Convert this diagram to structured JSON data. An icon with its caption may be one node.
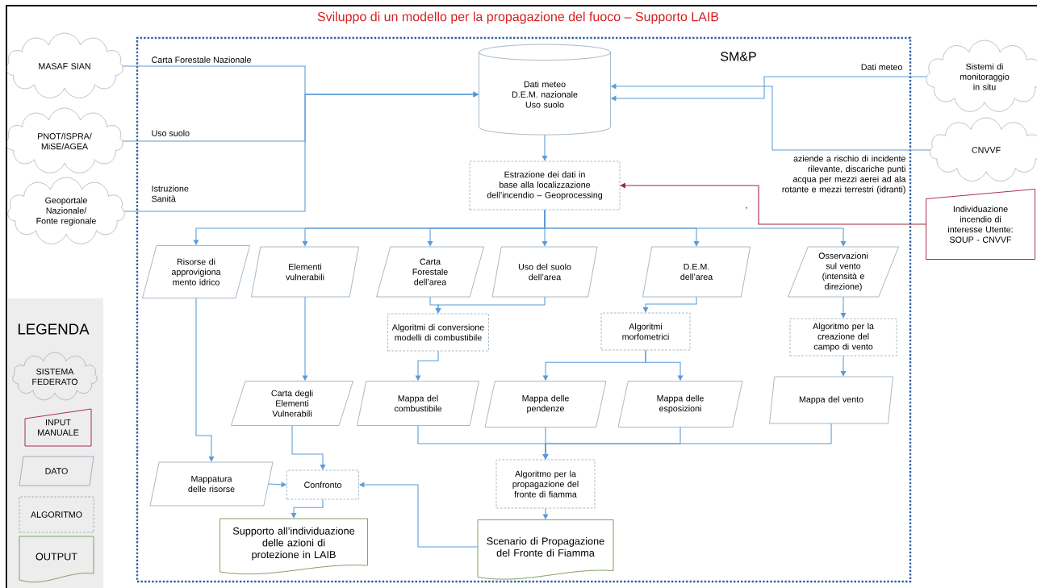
{
  "diagram": {
    "title": "Sviluppo di un modello per la propagazione del fuoco – Supporto LAIB",
    "nodes": [
      {
        "text": [
          "SM&P"
        ]
      },
      {
        "text": [
          "MASAF  SIAN"
        ]
      },
      {
        "text": [
          "PNOT/ISPRA/ MiSE/AGEA"
        ]
      },
      {
        "text": [
          "Geoportale Nazionale/ Fonte regionale"
        ]
      },
      {
        "text": [
          "Sistemi di monitoraggio in situ"
        ]
      },
      {
        "text": [
          "CNVVF"
        ]
      },
      {
        "text": [
          "Dati meteo D.E.M. nazionale Uso suolo"
        ],
        "in": 0
      },
      {
        "text": [
          "Estrazione dei dati in base alla localizzazione dell’incendio – Geoprocessing"
        ],
        "in": 0
      },
      {
        "text": [
          "Individuazione incendio di interesse Utente: SOUP - CNVVF"
        ]
      },
      {
        "text": [
          "Risorse di approvigiona mento idrico"
        ],
        "in": 0
      },
      {
        "text": [
          "Elementi vulnerabili"
        ],
        "in": 0
      },
      {
        "text": [
          "Carta Forestale dell’area"
        ],
        "in": 0
      },
      {
        "text": [
          "Uso del suolo dell’area"
        ],
        "in": 0
      },
      {
        "text": [
          "D.E.M. dell’area"
        ],
        "in": 0
      },
      {
        "text": [
          "Osservazioni sul vento (intensità e direzione)"
        ],
        "in": 0
      },
      {
        "text": [
          "Algoritmi di conversione modelli di combustibile"
        ],
        "in": 0
      },
      {
        "text": [
          "Algoritmi morfometrici"
        ],
        "in": 0
      },
      {
        "text": [
          "Algoritmo per la creazione del campo di vento"
        ],
        "in": 0
      },
      {
        "text": [
          "Carta degli Elementi Vulnerabili"
        ],
        "in": 0
      },
      {
        "text": [
          "Mappa del combustibile"
        ],
        "in": 0
      },
      {
        "text": [
          "Mappa delle pendenze"
        ],
        "in": 0
      },
      {
        "text": [
          "Mappa delle esposizioni"
        ],
        "in": 0
      },
      {
        "text": [
          "Mappa del vento"
        ],
        "in": 0
      },
      {
        "text": [
          "Mappatura delle risorse"
        ],
        "in": 0
      },
      {
        "text": [
          "Confronto"
        ],
        "in": 0
      },
      {
        "text": [
          "Algoritmo per la propagazione del fronte di fiamma"
        ],
        "in": 0
      },
      {
        "text": [
          "Supporto all’individuazione delle azioni di protezione in LAIB"
        ],
        "in": 0
      },
      {
        "text": [
          "Scenario di Propagazione del Fronte di Fiamma"
        ],
        "in": 0
      }
    ],
    "edges": [
      {
        "from": 1,
        "to": 6,
        "arrow": "to",
        "label": "Carta Forestale Nazionale"
      },
      {
        "from": 2,
        "to": 6,
        "arrow": "to",
        "label": "Uso suolo"
      },
      {
        "from": 3,
        "to": 6,
        "arrow": "to",
        "label": "Istruzione Sanità"
      },
      {
        "from": 4,
        "to": 6,
        "arrow": "to",
        "label": "Dati meteo"
      },
      {
        "from": 5,
        "to": 6,
        "arrow": "to",
        "label": "aziende a rischio di incidente rilevante, discariche punti acqua per mezzi aerei ad ala rotante e mezzi terrestri (idranti)"
      },
      {
        "from": 6,
        "to": 7,
        "arrow": "to"
      },
      {
        "from": 8,
        "to": 7,
        "arrow": "to",
        "color": "#a3243b"
      },
      {
        "from": 7,
        "to": 9,
        "arrow": "to"
      },
      {
        "from": 7,
        "to": 10,
        "arrow": "to"
      },
      {
        "from": 7,
        "to": 11,
        "arrow": "to"
      },
      {
        "from": 7,
        "to": 12,
        "arrow": "to"
      },
      {
        "from": 7,
        "to": 13,
        "arrow": "to"
      },
      {
        "from": 7,
        "to": 14,
        "arrow": "to"
      },
      {
        "from": 11,
        "to": 15,
        "arrow": "to"
      },
      {
        "from": 12,
        "to": 15,
        "arrow": "to"
      },
      {
        "from": 13,
        "to": 16,
        "arrow": "to"
      },
      {
        "from": 14,
        "to": 17,
        "arrow": "to"
      },
      {
        "from": 9,
        "to": 23,
        "arrow": "to"
      },
      {
        "from": 10,
        "to": 18,
        "arrow": "to"
      },
      {
        "from": 15,
        "to": 19,
        "arrow": "to"
      },
      {
        "from": 16,
        "to": 20,
        "arrow": "to"
      },
      {
        "from": 16,
        "to": 21,
        "arrow": "to"
      },
      {
        "from": 17,
        "to": 22,
        "arrow": "to"
      },
      {
        "from": 19,
        "to": 25,
        "arrow": "to"
      },
      {
        "from": 20,
        "to": 25,
        "arrow": "to"
      },
      {
        "from": 21,
        "to": 25,
        "arrow": "to"
      },
      {
        "from": 22,
        "to": 25,
        "arrow": "to"
      },
      {
        "from": 18,
        "to": 24,
        "arrow": "to"
      },
      {
        "from": 23,
        "to": 24,
        "arrow": "to"
      },
      {
        "from": 24,
        "to": 26,
        "arrow": "to"
      },
      {
        "from": 27,
        "to": 24,
        "arrow": "to"
      },
      {
        "from": 25,
        "to": 27,
        "arrow": "to"
      }
    ],
    "labels": [
      ",",
      "LEGENDA"
    ],
    "legend": [
      {
        "text": "SISTEMA FEDERATO"
      },
      {
        "text": "INPUT MANUALE"
      },
      {
        "text": "DATO"
      },
      {
        "text": "ALGORITMO"
      },
      {
        "text": "OUTPUT"
      }
    ]
  }
}
